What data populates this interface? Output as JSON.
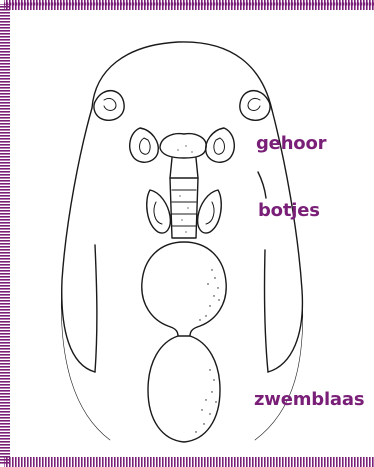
{
  "labels": {
    "hearing_top": "gehoor",
    "hearing_bottom": "botjes",
    "swim_bladder": "zwemblaas"
  },
  "colors": {
    "accent": "#7a1f78",
    "line": "#1a1a1a"
  },
  "icons": {
    "border": "dashed-purple-border-icon",
    "figure": "fish-skull-swim-bladder-icon"
  }
}
